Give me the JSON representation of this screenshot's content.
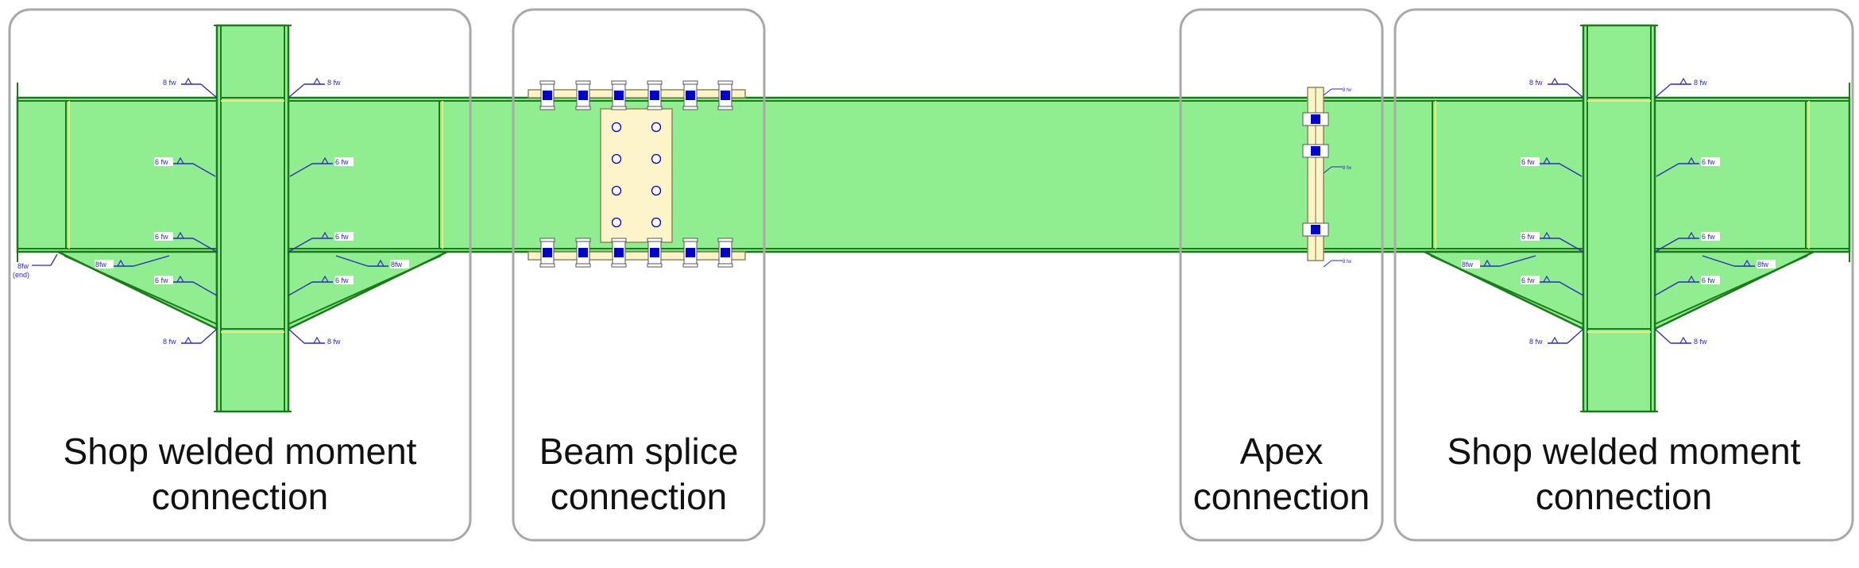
{
  "colors": {
    "member_fill": "#90ee90",
    "member_stroke": "#1a7a1a",
    "plate_fill": "#fdf5c9",
    "plate_stroke": "#8a8a5a",
    "bolt_color": "#0000cc",
    "weld_annotation": "#2a2ab8",
    "panel_border": "#a8a8a8",
    "stiffener": "#f2e97a"
  },
  "panels": [
    {
      "label_line1": "Shop welded moment",
      "label_line2": "connection"
    },
    {
      "label_line1": "Beam splice",
      "label_line2": "connection"
    },
    {
      "label_line1": "Apex",
      "label_line2": "connection"
    },
    {
      "label_line1": "Shop welded moment",
      "label_line2": "connection"
    }
  ],
  "weld_labels": {
    "flange_weld": "8 fw",
    "web_weld": "6 fw",
    "haunch_weld": "8fw",
    "end_weld": "8fw",
    "end_weld_note": "(end)",
    "apex_weld": "8 fw"
  },
  "icons": [
    "weld-symbol-icon",
    "bolt-icon",
    "bolt-hole-icon"
  ]
}
